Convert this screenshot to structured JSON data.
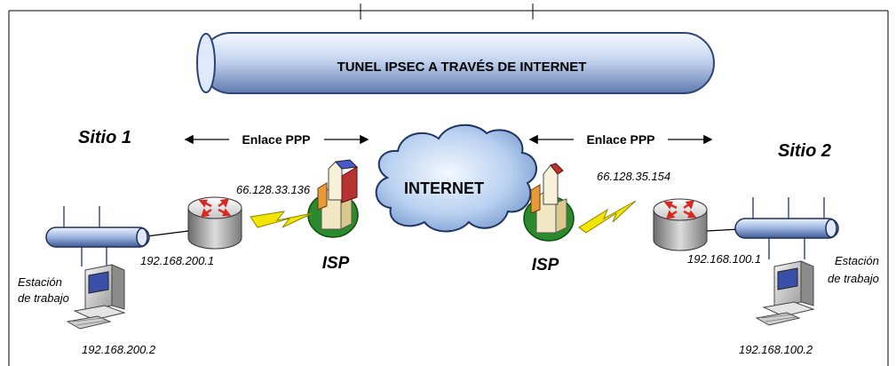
{
  "title": "TUNEL IPSEC A TRAVÉS DE INTERNET",
  "internet_label": "INTERNET",
  "site_left": {
    "name": "Sitio 1",
    "link_label": "Enlace PPP",
    "wan_ip": "66.128.33.136",
    "router_lan_ip": "192.168.200.1",
    "isp_label": "ISP",
    "workstation_label_line1": "Estación",
    "workstation_label_line2": "de trabajo",
    "workstation_ip": "192.168.200.2"
  },
  "site_right": {
    "name": "Sitio 2",
    "link_label": "Enlace PPP",
    "wan_ip": "66.128.35.154",
    "router_lan_ip": "192.168.100.1",
    "isp_label": "ISP",
    "workstation_label_line1": "Estación",
    "workstation_label_line2": "de trabajo",
    "workstation_ip": "192.168.100.2"
  },
  "colors": {
    "tube_light": "#eef4ff",
    "tube_dark": "#5f7bb0",
    "cloud_light": "#e3efff",
    "cloud_dark": "#6f93c8",
    "bolt": "#f2e600",
    "arrow_red": "#d8281f",
    "isp_base": "#2b8a2b"
  }
}
